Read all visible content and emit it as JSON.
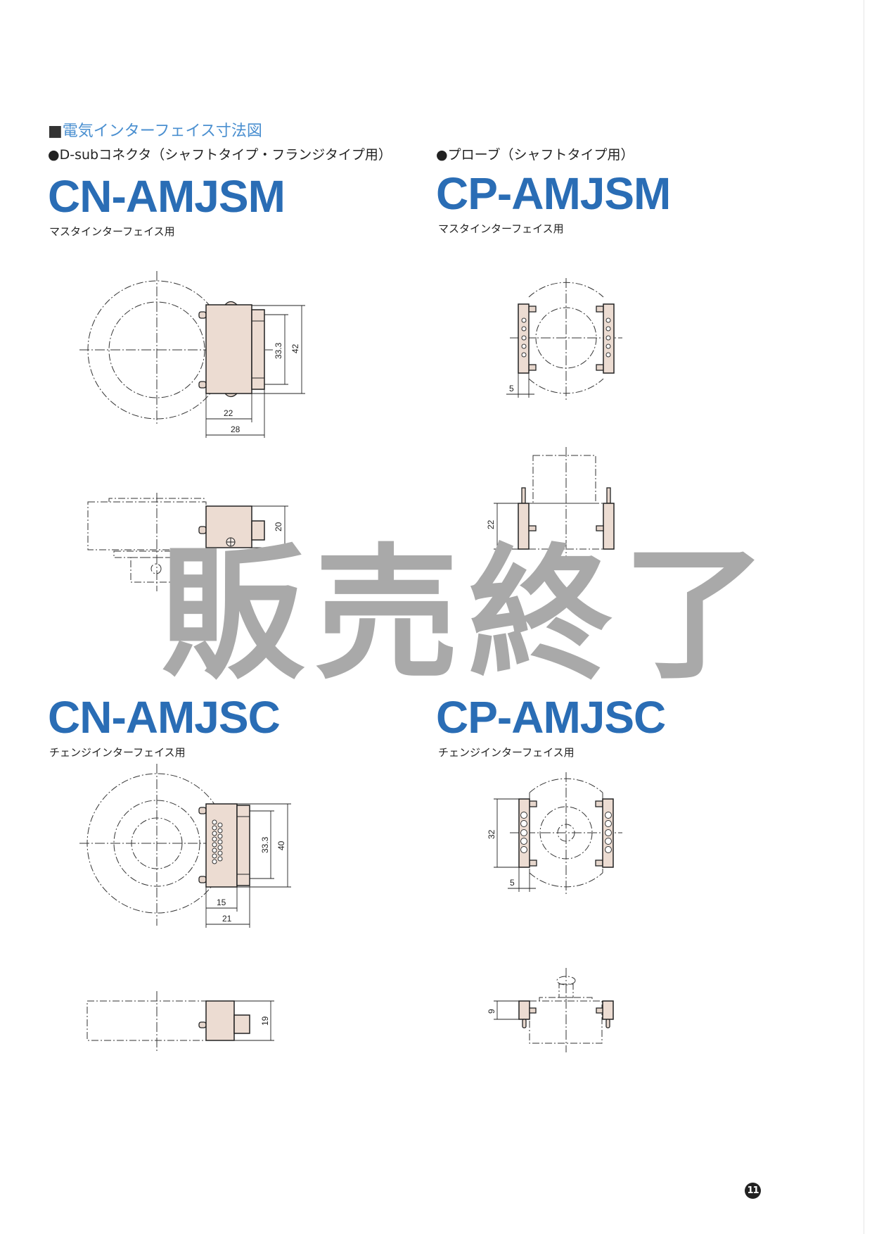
{
  "section_title": {
    "marker": "■",
    "text": "電気インターフェイス寸法図"
  },
  "left_heading": "●D-subコネクタ（シャフトタイプ・フランジタイプ用）",
  "right_heading": "●プローブ（シャフトタイプ用）",
  "products": [
    {
      "model": "CN-AMJSM",
      "usage": "マスタインターフェイス用",
      "dims": {
        "a": "33.3",
        "b": "42",
        "c": "22",
        "d": "28",
        "side": "20"
      }
    },
    {
      "model": "CP-AMJSM",
      "usage": "マスタインターフェイス用",
      "dims": {
        "offset": "5",
        "side": "22"
      }
    },
    {
      "model": "CN-AMJSC",
      "usage": "チェンジインターフェイス用",
      "dims": {
        "a": "33.3",
        "b": "40",
        "c": "15",
        "d": "21",
        "side": "19"
      }
    },
    {
      "model": "CP-AMJSC",
      "usage": "チェンジインターフェイス用",
      "dims": {
        "height": "32",
        "offset": "5",
        "side": "9"
      }
    }
  ],
  "watermark": "販売終了",
  "page_number": "11",
  "colors": {
    "model_blue": "#2a6db5",
    "title_blue": "#4a8fd0",
    "part_fill": "#ecdcd2",
    "watermark_gray": "#a9a9a9"
  }
}
